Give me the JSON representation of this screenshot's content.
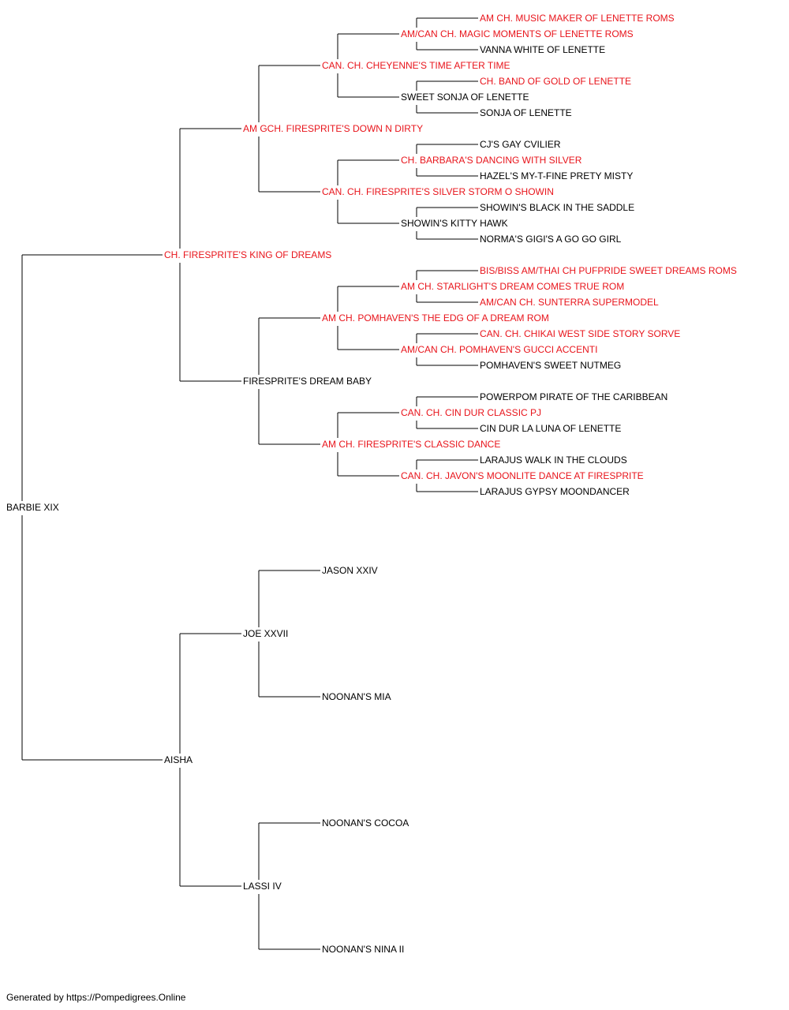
{
  "colors": {
    "champion": "#e8141b",
    "normal": "#000000",
    "line": "#000000"
  },
  "pedigree": {
    "name": "BARBIE XIX",
    "ch": false,
    "sire": {
      "name": "CH. FIRESPRITE'S KING OF DREAMS",
      "ch": true,
      "sire": {
        "name": "AM GCH. FIRESPRITE'S DOWN N DIRTY",
        "ch": true,
        "sire": {
          "name": "CAN. CH. CHEYENNE'S TIME AFTER TIME",
          "ch": true,
          "sire": {
            "name": "AM/CAN CH. MAGIC MOMENTS OF LENETTE ROMS",
            "ch": true,
            "sire": {
              "name": "AM CH. MUSIC MAKER OF LENETTE ROMS",
              "ch": true
            },
            "dam": {
              "name": "VANNA WHITE OF LENETTE",
              "ch": false
            }
          },
          "dam": {
            "name": "SWEET SONJA OF LENETTE",
            "ch": false,
            "sire": {
              "name": "CH. BAND OF GOLD OF LENETTE",
              "ch": true
            },
            "dam": {
              "name": "SONJA OF LENETTE",
              "ch": false
            }
          }
        },
        "dam": {
          "name": "CAN. CH. FIRESPRITE'S SILVER STORM O SHOWIN",
          "ch": true,
          "sire": {
            "name": "CH. BARBARA'S DANCING WITH SILVER",
            "ch": true,
            "sire": {
              "name": "CJ'S GAY CVILIER",
              "ch": false
            },
            "dam": {
              "name": "HAZEL'S MY-T-FINE PRETY MISTY",
              "ch": false
            }
          },
          "dam": {
            "name": "SHOWIN'S KITTY HAWK",
            "ch": false,
            "sire": {
              "name": "SHOWIN'S BLACK IN THE SADDLE",
              "ch": false
            },
            "dam": {
              "name": "NORMA'S GIGI'S A GO GO GIRL",
              "ch": false
            }
          }
        }
      },
      "dam": {
        "name": "FIRESPRITE'S DREAM BABY",
        "ch": false,
        "sire": {
          "name": "AM CH. POMHAVEN'S THE EDG OF A DREAM ROM",
          "ch": true,
          "sire": {
            "name": "AM CH. STARLIGHT'S DREAM COMES TRUE ROM",
            "ch": true,
            "sire": {
              "name": "BIS/BISS AM/THAI CH PUFPRIDE SWEET DREAMS ROMS",
              "ch": true
            },
            "dam": {
              "name": "AM/CAN CH. SUNTERRA SUPERMODEL",
              "ch": true
            }
          },
          "dam": {
            "name": "AM/CAN CH. POMHAVEN'S GUCCI ACCENTI",
            "ch": true,
            "sire": {
              "name": "CAN. CH. CHIKAI WEST SIDE STORY SORVE",
              "ch": true
            },
            "dam": {
              "name": "POMHAVEN'S SWEET NUTMEG",
              "ch": false
            }
          }
        },
        "dam": {
          "name": "AM CH. FIRESPRITE'S CLASSIC DANCE",
          "ch": true,
          "sire": {
            "name": "CAN. CH. CIN DUR CLASSIC PJ",
            "ch": true,
            "sire": {
              "name": "POWERPOM PIRATE OF THE CARIBBEAN",
              "ch": false
            },
            "dam": {
              "name": "CIN DUR LA LUNA OF LENETTE",
              "ch": false
            }
          },
          "dam": {
            "name": "CAN. CH. JAVON'S MOONLITE DANCE AT FIRESPRITE",
            "ch": true,
            "sire": {
              "name": "LARAJUS WALK IN THE CLOUDS",
              "ch": false
            },
            "dam": {
              "name": "LARAJUS GYPSY MOONDANCER",
              "ch": false
            }
          }
        }
      }
    },
    "dam": {
      "name": "AISHA",
      "ch": false,
      "sire": {
        "name": "JOE XXVII",
        "ch": false,
        "sire": {
          "name": "JASON XXIV",
          "ch": false
        },
        "dam": {
          "name": "NOONAN'S MIA",
          "ch": false
        }
      },
      "dam": {
        "name": "LASSI IV",
        "ch": false,
        "sire": {
          "name": "NOONAN'S COCOA",
          "ch": false
        },
        "dam": {
          "name": "NOONAN'S NINA II",
          "ch": false
        }
      }
    }
  },
  "footer": "Generated by https://Pompedigrees.Online"
}
